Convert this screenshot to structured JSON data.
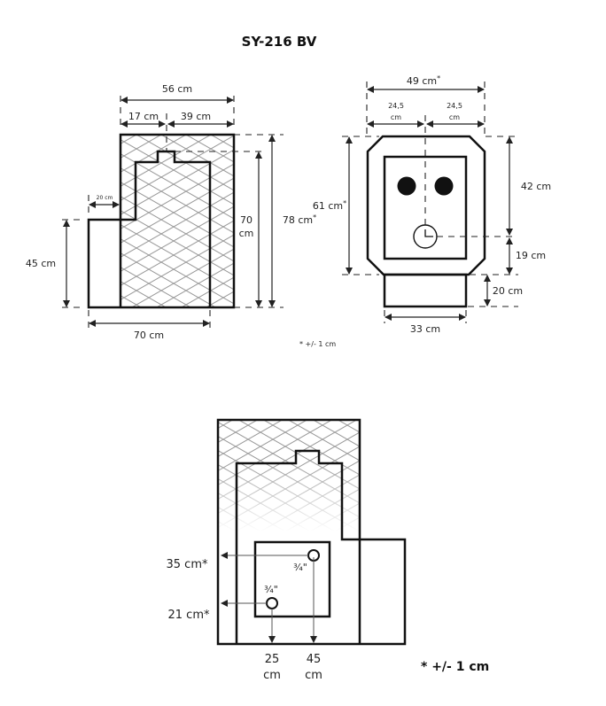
{
  "title": "SY-216 BV",
  "side_view": {
    "width_total": "56 cm",
    "width_left": "17 cm",
    "width_right": "39 cm",
    "step_width": "20 cm",
    "step_height": "45 cm",
    "inner_height_value": "70",
    "inner_height_unit": "cm",
    "total_height": "78 cm",
    "total_height_mark": "*",
    "base_width": "70 cm"
  },
  "front_view": {
    "width_total": "49 cm",
    "width_total_mark": "*",
    "half_left_value": "24,5",
    "half_left_unit": "cm",
    "half_right_value": "24,5",
    "half_right_unit": "cm",
    "height_total": "61 cm",
    "height_total_mark": "*",
    "upper_height": "42 cm",
    "lower_height": "19 cm",
    "base_height": "20 cm",
    "base_width": "33 cm"
  },
  "tolerance_note_small": "* +/- 1 cm",
  "connection_view": {
    "upper_height": "35 cm*",
    "lower_height": "21 cm*",
    "upper_pipe": "¾\"",
    "lower_pipe": "¾\"",
    "lower_x_value": "25",
    "lower_x_unit": "cm",
    "upper_x_value": "45",
    "upper_x_unit": "cm"
  },
  "tolerance_note_large": "* +/- 1 cm"
}
